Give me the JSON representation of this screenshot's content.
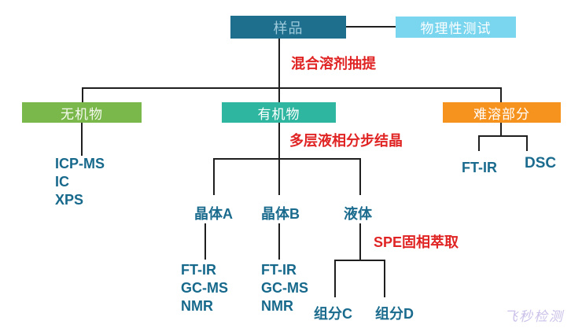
{
  "nodes": {
    "sample": "样品",
    "physical_test": "物理性测试",
    "inorganic": "无机物",
    "organic": "有机物",
    "insoluble": "难溶部分",
    "crystal_a": "晶体A",
    "crystal_b": "晶体B",
    "liquid": "液体",
    "component_c": "组分C",
    "component_d": "组分D"
  },
  "process_labels": {
    "solvent_extraction": "混合溶剂抽提",
    "fractional_crystallization": "多层液相分步结晶",
    "spe_extraction": "SPE固相萃取"
  },
  "methods": {
    "inorganic": [
      "ICP-MS",
      "IC",
      "XPS"
    ],
    "insoluble": [
      "FT-IR",
      "DSC"
    ],
    "crystal_a": [
      "FT-IR",
      "GC-MS",
      "NMR"
    ],
    "crystal_b": [
      "FT-IR",
      "GC-MS",
      "NMR"
    ]
  },
  "watermark": "飞秒检测",
  "colors": {
    "sample_box": "#1e6f8e",
    "physical_test_box": "#7ad5ef",
    "inorganic_box": "#7bb84b",
    "organic_box": "#2fb6a1",
    "insoluble_box": "#f6921e",
    "annotation_red": "#e02424",
    "method_text": "#17698c",
    "watermark_text": "#cbc1e9",
    "connector_line": "#1f1f1f"
  }
}
